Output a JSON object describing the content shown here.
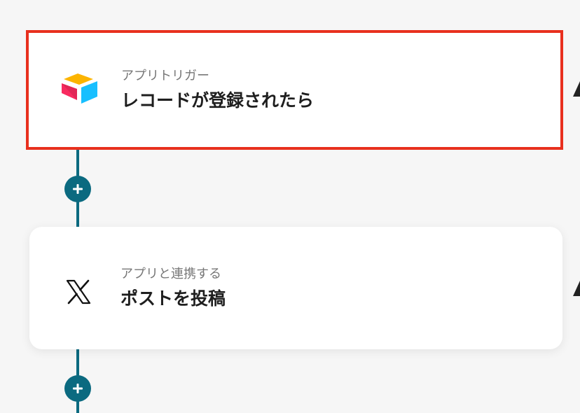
{
  "flow": {
    "steps": [
      {
        "type": "trigger",
        "subtitle": "アプリトリガー",
        "title": "レコードが登録されたら",
        "icon": "airtable-icon"
      },
      {
        "type": "action",
        "subtitle": "アプリと連携する",
        "title": "ポストを投稿",
        "icon": "x-logo-icon"
      }
    ]
  },
  "colors": {
    "background": "#f6f6f6",
    "connector": "#0b6a80",
    "highlight_border": "#e8301e",
    "card": "#ffffff",
    "subtitle_text": "#777777",
    "title_text": "#1e1e1e"
  }
}
